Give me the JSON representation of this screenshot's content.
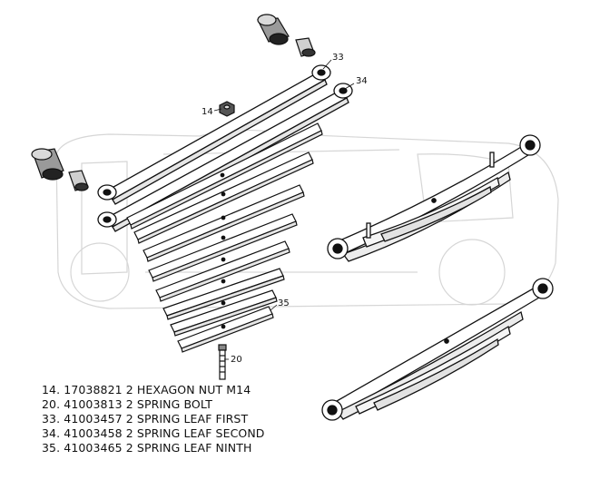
{
  "callouts": {
    "c33": "33",
    "c34": "34",
    "c14": "14",
    "c35": "35",
    "c20": "20"
  },
  "parts": [
    {
      "ref": "14.",
      "number": "17038821",
      "qty": "2",
      "description": "HEXAGON NUT M14"
    },
    {
      "ref": "20.",
      "number": "41003813",
      "qty": "2",
      "description": "SPRING BOLT"
    },
    {
      "ref": "33.",
      "number": "41003457",
      "qty": "2",
      "description": "SPRING LEAF FIRST"
    },
    {
      "ref": "34.",
      "number": "41003458",
      "qty": "2",
      "description": "SPRING LEAF SECOND"
    },
    {
      "ref": "35.",
      "number": "41003465",
      "qty": "2",
      "description": "SPRING LEAF NINTH"
    }
  ]
}
